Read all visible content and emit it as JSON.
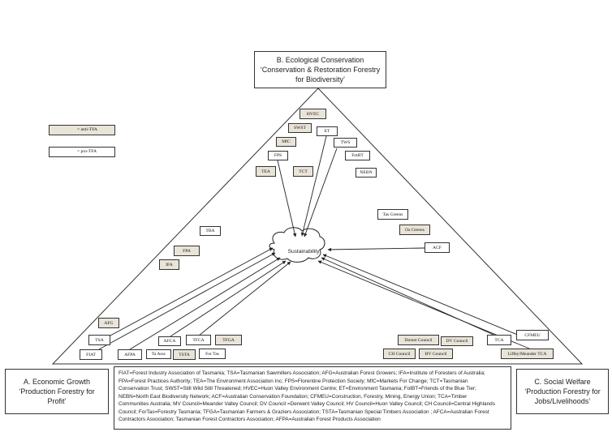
{
  "legend": {
    "anti": "= anti-TFA",
    "pro": "= pro-TFA"
  },
  "corners": {
    "b": {
      "line1": "B. Ecological Conservation",
      "line2": "‘Conservation & Restoration Forestry",
      "line3": "for Biodiversity’"
    },
    "a": {
      "line1": "A. Economic Growth",
      "line2": "‘Production Forestry for",
      "line3": "Profit’"
    },
    "c": {
      "line1": "C. Social Welfare",
      "line2": "‘Production Forestry for",
      "line3": "Jobs/Livelihoods’"
    }
  },
  "center": "Sustainability",
  "nodes": {
    "hvec": "HVEC",
    "swst": "SWST",
    "et": "ET",
    "mfc": "MfC",
    "tws": "TWS",
    "fps": "FPS",
    "fotbt": "FotBT",
    "tea": "TEA",
    "tct": "TCT",
    "nebn": "NEBN",
    "tas_greens": "Tas Greens",
    "oz_greens": "Oz Greens",
    "acf": "ACF",
    "tba": "TBA",
    "fpa": "FPA",
    "ifa": "IFA",
    "afg": "AFG",
    "tsa": "TSA",
    "fiat": "FIAT",
    "afpa": "AFPA",
    "ta_assc": "Ta Assc",
    "afca": "AFCA",
    "tfca": "TFCA",
    "tfga": "TFGA",
    "tsta": "TSTA",
    "for_tas": "For Tas",
    "dorset": "Dorset Council",
    "dv": "DV Council",
    "ch": "CH Council",
    "hv": "HV Council",
    "tca": "TCA",
    "cfmeu": "CFMEU",
    "liffey": "Liffey/Meander TCA"
  },
  "abbreviations": [
    "FIAT=Forest Industry Association of Tasmania; TSA=Tasmanian Sawmillers Association; AFG=Australian Forest Growers; IFA=Institute of Foresters of Australia;",
    "FPA=Forest Practices Authority; TEA=The Environment Association Inc; FPS=Florentine Protection Society; MfC=Markets For Change; TCT=Tasmanian",
    "Conservation Trust; SWST=Still Wild Still Threatened; HVEC=Huon Valley Environment Centre; ET=Environment Tasmania; FotBT=Friends of the Blue Tier;",
    "NEBN=North East Biodiversity Network; ACF=Australian Conservation Foundation; CFMEU=Construction, Forestry, Mining, Energy Union; TCA=Timber",
    "Communities Australia; MV Council=Meander Valley Council; DV Council =Derwent Valley Council; HV Council=Huon Valley Council; CH Council=Central Highlands",
    "Council; ForTas=Forestry Tasmania; TFGA=Tasmanian Farmers & Graziers Association; TSTA=Tasmanian Special Timbers Association ; AFCA=Australian Forest",
    "Contractors Association; Tasmanian Forest Contractors Association; AFPA=Australian Forest Products Association"
  ]
}
